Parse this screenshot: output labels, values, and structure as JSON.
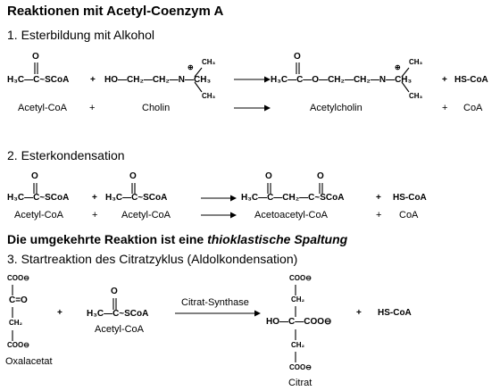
{
  "title": "Reaktionen mit Acetyl-Coenzym A",
  "sections": [
    {
      "heading": "1. Esterbildung mit Alkohol"
    },
    {
      "heading": "2. Esterkondensation"
    },
    {
      "heading": "3. Startreaktion des Citratzyklus (Aldolkondensation)"
    }
  ],
  "r1": {
    "acetylcoa_formula": "H₃C—C~SCoA",
    "plus": "+",
    "cholin_formula": "HO—CH₂—CH₂—N—CH₃",
    "methyl_top": "CH₃",
    "methyl_bottom": "CH₃",
    "charge": "⊕",
    "product_formula": "H₃C—C—O—CH₂—CH₂—N—CH₃",
    "side_product": "HS-CoA",
    "oxygen": "O",
    "label_acetylcoa": "Acetyl-CoA",
    "label_cholin": "Cholin",
    "label_acetylcholin": "Acetylcholin",
    "label_coa": "CoA"
  },
  "r2": {
    "acetylcoa_formula": "H₃C—C~SCoA",
    "product_formula": "H₃C—C—CH₂—C~SCoA",
    "side_product": "HS-CoA",
    "oxygen": "O",
    "plus": "+",
    "label_acetylcoa": "Acetyl-CoA",
    "label_acetoacetylcoa": "Acetoacetyl-CoA",
    "label_coa": "CoA"
  },
  "sentence": {
    "prefix": "Die umgekehrte Reaktion ist eine ",
    "emphasis": "thioklastische Spaltung"
  },
  "r3": {
    "coo_top": "COO⊖",
    "c_eq_o": "C=O",
    "ch2": "CH₂",
    "coo_bottom": "COO⊖",
    "label_oxalacetat": "Oxalacetat",
    "plus": "+",
    "acetylcoa_formula": "H₃C—C~SCoA",
    "oxygen": "O",
    "label_acetylcoa": "Acetyl-CoA",
    "enzyme": "Citrat-Synthase",
    "citrat_coo_top": "COO⊖",
    "citrat_ch2_top": "CH₂",
    "citrat_center": "HO—C—COO⊖",
    "citrat_ch2_bottom": "CH₂",
    "citrat_coo_bottom": "COO⊖",
    "label_citrat": "Citrat",
    "side_product": "HS-CoA"
  }
}
